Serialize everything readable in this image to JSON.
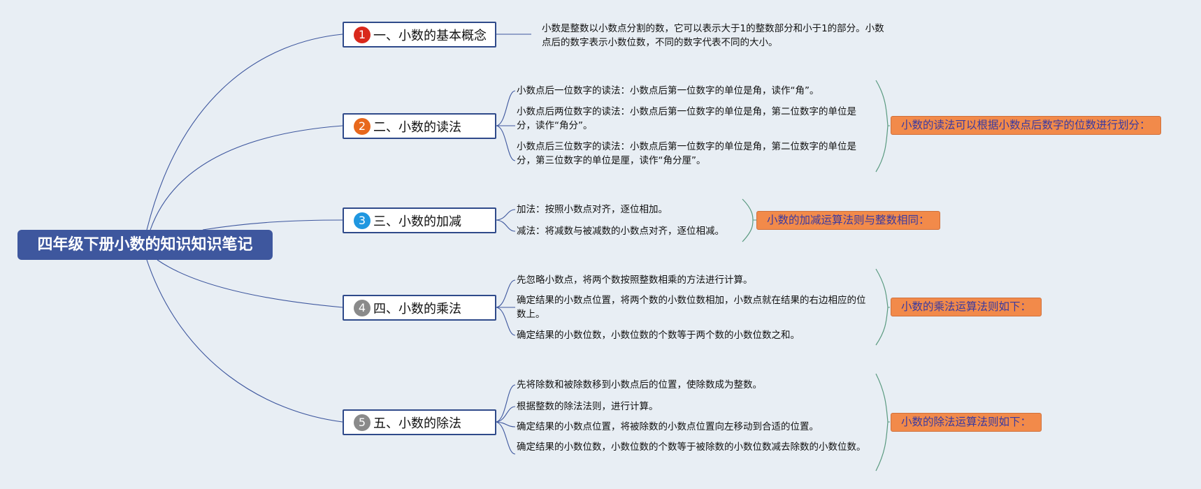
{
  "root": {
    "title": "四年级下册小数的知识知识笔记"
  },
  "branches": [
    {
      "number": "1",
      "badge_color": "#d9281c",
      "title": "一、小数的基本概念",
      "leaves": [
        "小数是整数以小数点分割的数，它可以表示大于1的整数部分和小于1的部分。小数点后的数字表示小数位数，不同的数字代表不同的大小。"
      ]
    },
    {
      "number": "2",
      "badge_color": "#e8681c",
      "title": "二、小数的读法",
      "leaves": [
        "小数点后一位数字的读法：小数点后第一位数字的单位是角，读作“角”。",
        "小数点后两位数字的读法：小数点后第一位数字的单位是角，第二位数字的单位是分，读作“角分”。",
        "小数点后三位数字的读法：小数点后第一位数字的单位是角，第二位数字的单位是分，第三位数字的单位是厘，读作“角分厘”。"
      ],
      "summary": "小数的读法可以根据小数点后数字的位数进行划分："
    },
    {
      "number": "3",
      "badge_color": "#1f97e0",
      "title": "三、小数的加减",
      "leaves": [
        "加法：按照小数点对齐，逐位相加。",
        "减法：将减数与被减数的小数点对齐，逐位相减。"
      ],
      "summary": "小数的加减运算法则与整数相同："
    },
    {
      "number": "4",
      "badge_color": "#8a8a8a",
      "title": "四、小数的乘法",
      "leaves": [
        "先忽略小数点，将两个数按照整数相乘的方法进行计算。",
        "确定结果的小数点位置，将两个数的小数位数相加，小数点就在结果的右边相应的位数上。",
        "确定结果的小数位数，小数位数的个数等于两个数的小数位数之和。"
      ],
      "summary": "小数的乘法运算法则如下："
    },
    {
      "number": "5",
      "badge_color": "#8a8a8a",
      "title": "五、小数的除法",
      "leaves": [
        "先将除数和被除数移到小数点后的位置，使除数成为整数。",
        "根据整数的除法法则，进行计算。",
        "确定结果的小数点位置，将被除数的小数点位置向左移动到合适的位置。",
        "确定结果的小数位数，小数位数的个数等于被除数的小数位数减去除数的小数位数。"
      ],
      "summary": "小数的除法运算法则如下："
    }
  ],
  "colors": {
    "background": "#e8eef4",
    "root": "#3e579e",
    "connector": "#3e579e",
    "bracket": "#5a9a80",
    "summary": "#f28a4a",
    "summary_text": "#3a3aa0"
  }
}
